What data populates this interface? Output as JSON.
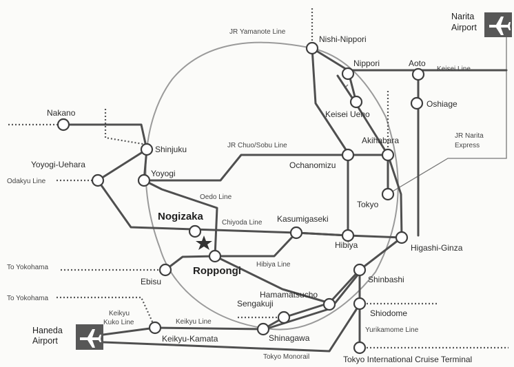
{
  "airports": {
    "narita": {
      "line1": "Narita",
      "line2": "Airport",
      "icon": "airplane-icon"
    },
    "haneda": {
      "line1": "Haneda",
      "line2": "Airport",
      "icon": "airplane-icon"
    }
  },
  "lines": {
    "jr_yamanote": "JR Yamanote Line",
    "keisei": "Keisei Line",
    "jr_chuo_sobu": "JR Chuo/Sobu Line",
    "jr_narita_express_1": "JR Narita",
    "jr_narita_express_2": "Express",
    "odakyu": "Odakyu Line",
    "oedo": "Oedo Line",
    "chiyoda": "Chiyoda Line",
    "hibiya": "Hibiya Line",
    "keikyu_kuko_1": "Keikyu",
    "keikyu_kuko_2": "Kuko Line",
    "keikyu": "Keikyu Line",
    "tokyo_monorail": "Tokyo Monorail",
    "yurikamome": "Yurikamome Line"
  },
  "stations": {
    "nishi_nippori": "Nishi-Nippori",
    "nippori": "Nippori",
    "aoto": "Aoto",
    "keisei_ueno": "Keisei Ueno",
    "oshiage": "Oshiage",
    "nakano": "Nakano",
    "shinjuku": "Shinjuku",
    "yoyogi_uehara": "Yoyogi-Uehara",
    "yoyogi": "Yoyogi",
    "ochanomizu": "Ochanomizu",
    "akihabara": "Akihabara",
    "tokyo": "Tokyo",
    "nogizaka": "Nogizaka",
    "kasumigaseki": "Kasumigaseki",
    "hibiya": "Hibiya",
    "higashi_ginza": "Higashi-Ginza",
    "roppongi": "Roppongi",
    "ebisu": "Ebisu",
    "shinbashi": "Shinbashi",
    "hamamatsucho": "Hamamatsucho",
    "sengakuji": "Sengakuji",
    "shiodome": "Shiodome",
    "shinagawa": "Shinagawa",
    "keikyu_kamata": "Keikyu-Kamata",
    "tokyo_cruise_terminal": "Tokyo International Cruise Terminal"
  },
  "directions": {
    "to_yokohama_1": "To Yokohama",
    "to_yokohama_2": "To Yokohama"
  },
  "highlight": {
    "icon": "star-icon",
    "near": "Nogizaka"
  }
}
